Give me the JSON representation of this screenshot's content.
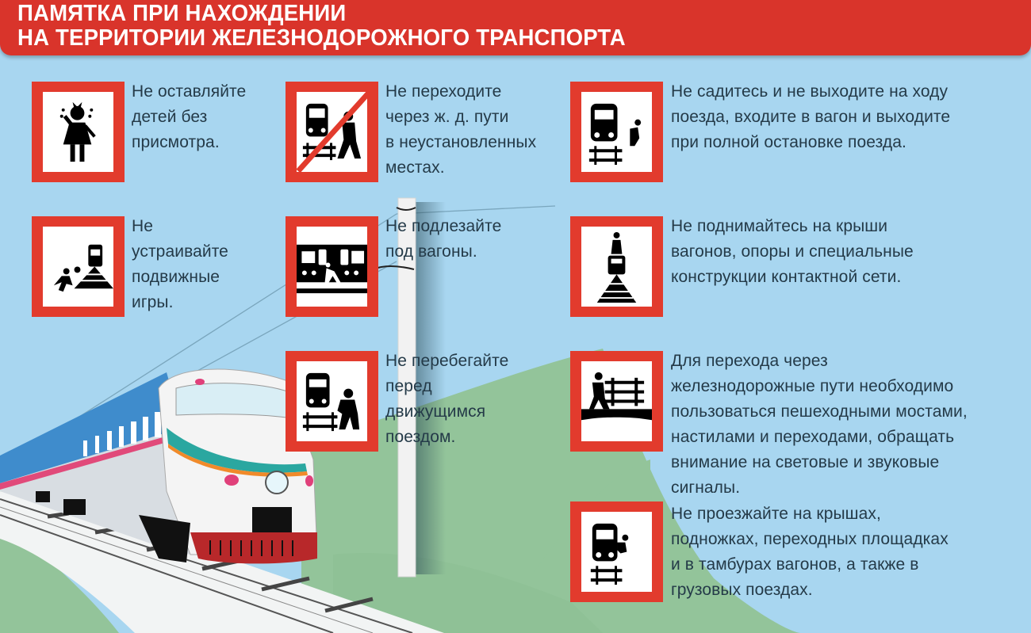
{
  "header": {
    "title_line1": "ПАМЯТКА ПРИ НАХОЖДЕНИИ",
    "title_line2": "НА ТЕРРИТОРИИ ЖЕЛЕЗНОДОРОЖНОГО ТРАНСПОРТА"
  },
  "colors": {
    "header_red": "#d9342b",
    "sign_red": "#e23b2d",
    "sky": "#a8d6f0",
    "grass": "#93c49a",
    "text": "#243a48"
  },
  "rules": [
    {
      "icon": "crying-child-icon",
      "lines": [
        "Не оставляйте",
        "детей без",
        "присмотра."
      ]
    },
    {
      "icon": "no-crossing-train-pedestrian-icon",
      "lines": [
        "Не переходите",
        "через ж. д. пути",
        "в неустановленных",
        "местах."
      ]
    },
    {
      "icon": "jump-from-train-icon",
      "lines": [
        "Не садитесь и не выходите на ходу",
        "поезда, входите в вагон и выходите",
        "при полной остановке поезда."
      ]
    },
    {
      "icon": "children-playing-on-tracks-icon",
      "lines": [
        "Не",
        "устраивайте",
        "подвижные",
        "игры."
      ]
    },
    {
      "icon": "crawling-under-wagons-icon",
      "lines": [
        "Не подлезайте",
        "под вагоны."
      ]
    },
    {
      "icon": "person-on-train-roof-icon",
      "lines": [
        "Не поднимайтесь на крыши",
        "вагонов, опоры и специальные",
        "конструкции контактной сети."
      ]
    },
    {
      "icon": "running-before-train-icon",
      "lines": [
        "Не перебегайте",
        "перед",
        "движущимся",
        "поездом."
      ]
    },
    {
      "icon": "pedestrian-bridge-icon",
      "lines": [
        "Для перехода через",
        "железнодорожные пути необходимо",
        "пользоваться пешеходными мостами,",
        "настилами и переходами, обращать",
        "внимание на световые и звуковые",
        "сигналы."
      ]
    },
    {
      "icon": "riding-outside-train-icon",
      "lines": [
        " Не проезжайте на крышах,",
        "подножках, переходных площадках",
        "и в тамбурах вагонов, а также в",
        "грузовых поездах."
      ]
    }
  ]
}
